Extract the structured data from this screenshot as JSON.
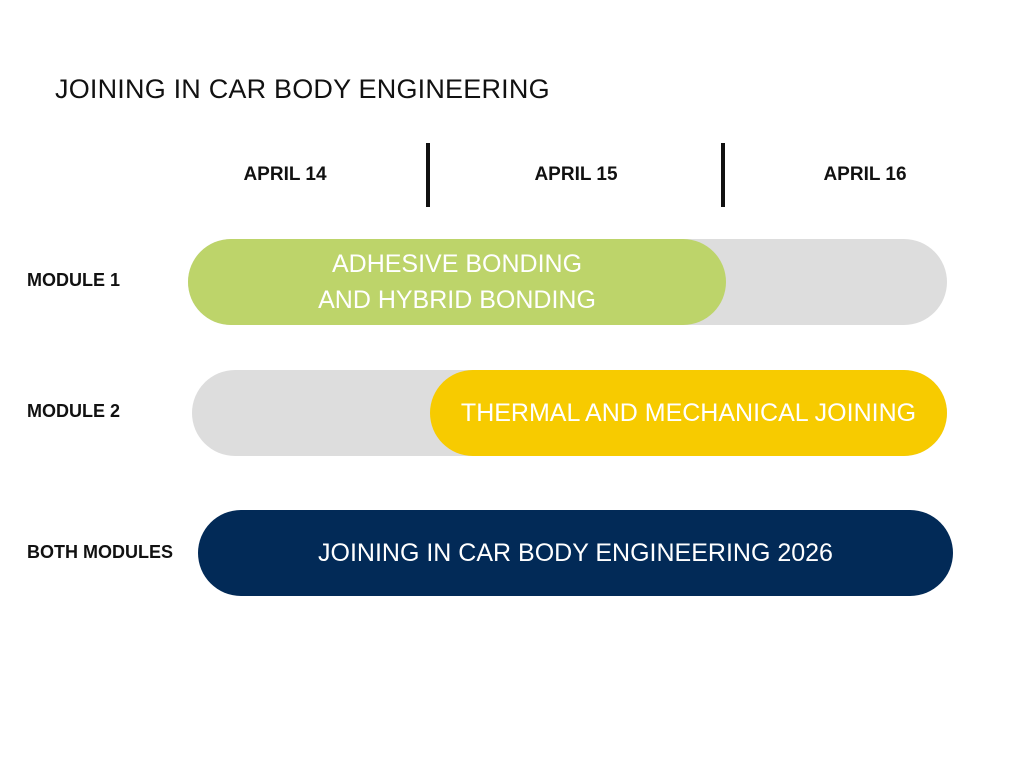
{
  "title": "JOINING IN CAR BODY ENGINEERING",
  "days": [
    "APRIL 14",
    "APRIL 15",
    "APRIL 16"
  ],
  "rows": [
    {
      "label": "MODULE 1",
      "bar_lines": [
        "ADHESIVE BONDING",
        "AND HYBRID BONDING"
      ],
      "bar_color": "#bdd46a",
      "track_color": "#dddddd"
    },
    {
      "label": "MODULE 2",
      "bar_lines": [
        "THERMAL AND MECHANICAL JOINING"
      ],
      "bar_color": "#f7cb00",
      "track_color": "#dddddd"
    },
    {
      "label": "BOTH MODULES",
      "bar_lines": [
        "JOINING IN CAR BODY ENGINEERING 2026"
      ],
      "bar_color": "#022a57"
    }
  ]
}
